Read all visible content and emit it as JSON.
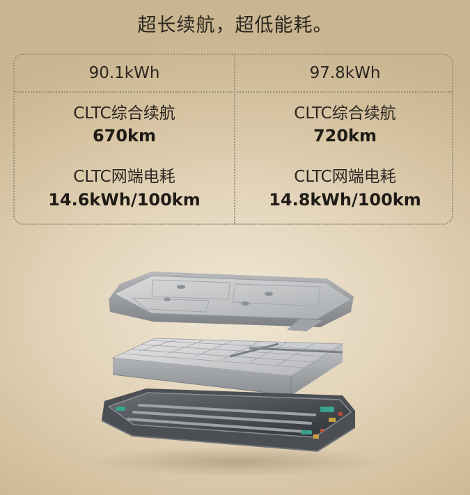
{
  "header": {
    "title": "超长续航，超低能耗。"
  },
  "spec_table": {
    "left": {
      "capacity": "90.1kWh",
      "range_label": "CLTC综合续航",
      "range_value": "670km",
      "consumption_label": "CLTC网端电耗",
      "consumption_value": "14.6kWh/100km"
    },
    "right": {
      "capacity": "97.8kWh",
      "range_label": "CLTC综合续航",
      "range_value": "720km",
      "consumption_label": "CLTC网端电耗",
      "consumption_value": "14.8kWh/100km"
    }
  },
  "colors": {
    "background": "#e2d3b8",
    "text": "#2b2620",
    "border": "#9d8e78"
  },
  "icons": {
    "battery_illustration": "exploded-battery-pack-icon"
  }
}
